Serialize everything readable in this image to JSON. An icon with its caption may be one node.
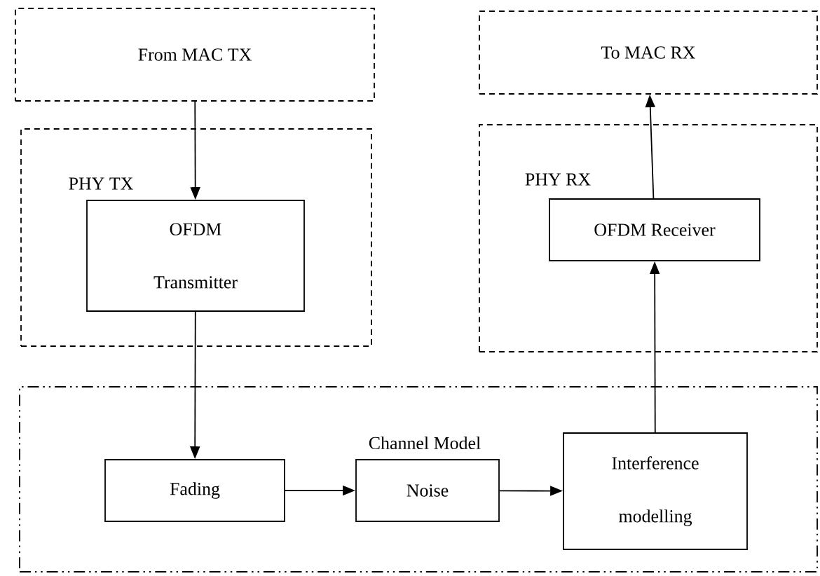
{
  "diagram": {
    "nodes": [
      {
        "text": [
          "From MAC TX"
        ]
      },
      {
        "text": [
          "PHY TX"
        ]
      },
      {
        "text": [
          "OFDM Transmitter"
        ],
        "in": 1
      },
      {
        "text": [
          "To MAC RX"
        ]
      },
      {
        "text": [
          "PHY RX"
        ]
      },
      {
        "text": [
          "OFDM Receiver"
        ],
        "in": 4
      },
      {
        "text": [
          "Channel Model"
        ]
      },
      {
        "text": [
          "Fading"
        ],
        "in": 6
      },
      {
        "text": [
          "Noise"
        ],
        "in": 6
      },
      {
        "text": [
          "Interference modelling"
        ],
        "in": 6
      }
    ],
    "edges": [
      {
        "from": 0,
        "to": 2,
        "arrow": "to"
      },
      {
        "from": 2,
        "to": 7,
        "arrow": "to"
      },
      {
        "from": 7,
        "to": 8,
        "arrow": "to"
      },
      {
        "from": 8,
        "to": 9,
        "arrow": "to"
      },
      {
        "from": 9,
        "to": 5,
        "arrow": "to"
      },
      {
        "from": 5,
        "to": 3,
        "arrow": "to"
      }
    ]
  }
}
